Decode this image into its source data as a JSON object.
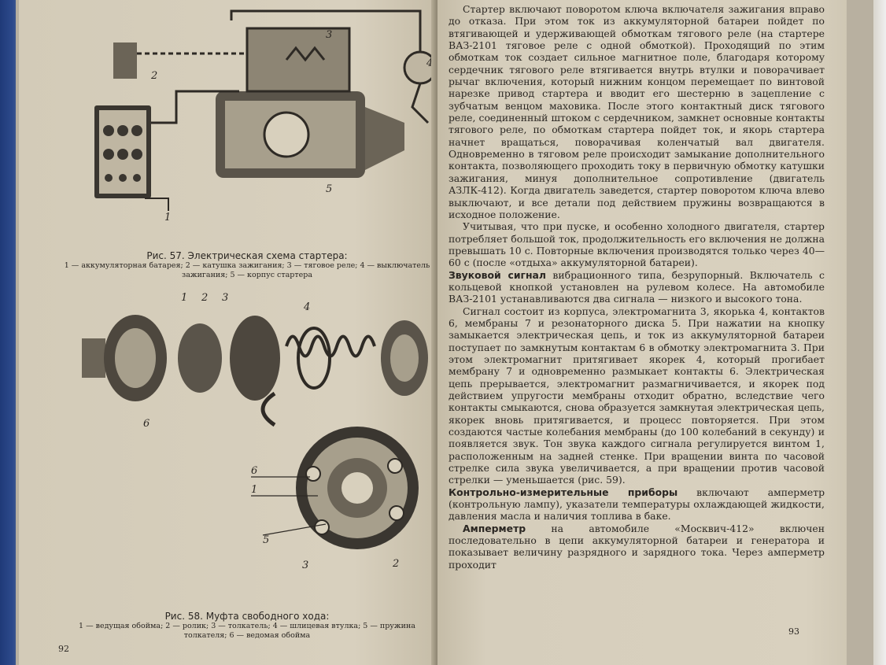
{
  "left_page": {
    "fig57": {
      "caption": "Рис. 57. Электрическая схема стартера:",
      "legend": "1 — аккумуляторная батарея; 2 — катушка зажигания; 3 — тяговое реле; 4 — выключатель зажигания; 5 — корпус стартера",
      "callouts": [
        "1",
        "2",
        "3",
        "4",
        "5"
      ]
    },
    "fig58": {
      "caption": "Рис. 58. Муфта свободного хода:",
      "legend": "1 — ведущая обойма; 2 — ролик; 3 — толкатель; 4 — шлицевая втулка; 5 — пружина толкателя; 6 — ведомая обойма",
      "callouts_top": [
        "1",
        "2",
        "3",
        "4",
        "6"
      ],
      "callouts_bottom": [
        "6",
        "1",
        "5",
        "3",
        "2"
      ]
    },
    "page_number": "92"
  },
  "right_page": {
    "para1": "Стартер включают поворотом ключа включателя зажигания вправо до отказа. При этом ток из аккумуляторной батареи пойдет по втягивающей и удерживающей обмоткам тягового реле (на стартере ВАЗ-2101 тяговое реле с одной обмоткой). Проходящий по этим обмоткам ток создает сильное магнитное поле, благодаря которому сердечник тягового реле втягивается внутрь втулки и поворачивает рычаг включения, который нижним концом перемещает по винтовой нарезке привод стартера и вводит его шестерню в зацепление с зубчатым венцом маховика. После этого контактный диск тягового реле, соединенный штоком с сердечником, замкнет основные контакты тягового реле, по обмоткам стартера пойдет ток, и якорь стартера начнет вращаться, поворачивая коленчатый вал двигателя. Одновременно в тяговом реле происходит замыкание дополнительного контакта, позволяющего проходить току в первичную обмотку катушки зажигания, минуя дополнительное сопротивление (двигатель АЗЛК-412). Когда двигатель заведется, стартер поворотом ключа влево выключают, и все детали под действием пружины возвращаются в исходное положение.",
    "para2": "Учитывая, что при пуске, и особенно холодного двигателя, стартер потребляет большой ток, продолжительность его включения не должна превышать 10 с. Повторные включения производятся только через 40—60 с (после «отдыха» аккумуляторной батареи).",
    "para3_bold": "Звуковой сигнал",
    "para3": " вибрационного типа, безрупорный. Включатель с кольцевой кнопкой установлен на рулевом колесе. На автомобиле ВАЗ-2101 устанавливаются два сигнала — низкого и высокого тона.",
    "para4": "Сигнал состоит из корпуса, электромагнита 3, якорька 4, контактов 6, мембраны 7 и резонаторного диска 5. При нажатии на кнопку замыкается электрическая цепь, и ток из аккумуляторной батареи поступает по замкнутым контактам 6 в обмотку электромагнита 3. При этом электромагнит притягивает якорек 4, который прогибает мембрану 7 и одновременно размыкает контакты 6. Электрическая цепь прерывается, электромагнит размагничивается, и якорек под действием упругости мембраны отходит обратно, вследствие чего контакты смыкаются, снова образуется замкнутая электрическая цепь, якорек вновь притягивается, и процесс повторяется. При этом создаются частые колебания мембраны (до 100 колебаний в секунду) и появляется звук. Тон звука каждого сигнала регулируется винтом 1, расположенным на задней стенке. При вращении винта по часовой стрелке сила звука увеличивается, а при вращении против часовой стрелки — уменьшается (рис. 59).",
    "para5_bold": "Контрольно-измерительные приборы",
    "para5": " включают амперметр (контрольную лампу), указатели температуры охлаждающей жидкости, давления масла и наличия топлива в баке.",
    "para6_bold": "Амперметр",
    "para6": " на автомобиле «Москвич-412» включен последовательно в цепи аккумуляторной батареи и генератора и показывает величину разрядного и зарядного тока. Через амперметр проходит",
    "page_number": "93"
  }
}
